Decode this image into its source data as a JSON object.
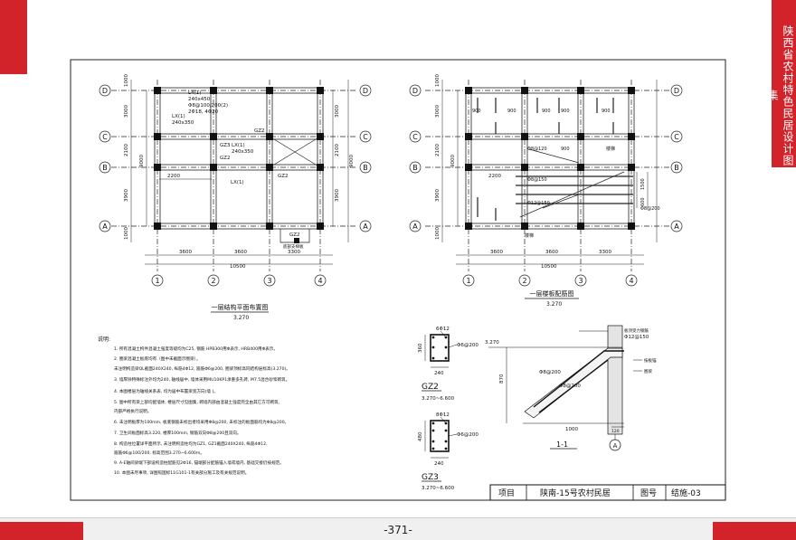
{
  "side_title": "陕西省农村特色民居设计图集",
  "page_number": "-371-",
  "grid": {
    "rows": [
      "D",
      "C",
      "B",
      "A"
    ],
    "cols": [
      "1",
      "2",
      "3",
      "4"
    ],
    "row_dims": [
      "1000",
      "3000",
      "2100",
      "3900",
      "1000"
    ],
    "total_row": "9000",
    "col_dims": [
      "3600",
      "3600",
      "3300"
    ],
    "total_col": "10500",
    "dim_2200": "2200"
  },
  "plan1": {
    "title": "一层结构平面布置图",
    "level": "3.270",
    "labels": {
      "l4": "L4(1)",
      "l4_size": "240x450",
      "l4_stir": "Φ8@100/200(2)",
      "l4_bars": "2Φ18, 4Φ20",
      "lx1": "LX(1)",
      "lx1_size": "240x350",
      "lx2": "LX(1)",
      "lx2_size": "240x350",
      "gz2a": "GZ2",
      "gz3": "GZ3",
      "gz2b": "GZ2",
      "gz2c": "GZ2",
      "gz2d": "GZ2",
      "lx_low": "LX(1)",
      "stair_note": "底部支梯板"
    }
  },
  "plan2": {
    "title": "一层楼板配筋图",
    "level": "3.270",
    "labels": {
      "r900": "900",
      "r8_120": "Φ8@120",
      "r8_150": "Φ8@150",
      "r12_150": "Φ12@150",
      "r8_200": "Φ8@200",
      "dim1500": "1500",
      "dim600": "600",
      "stair": "楼梯",
      "note": "Φ8@200"
    }
  },
  "notes": {
    "heading": "说明:",
    "items": [
      "1. 所有混凝土构件混凝土强度等级均为C25, 钢筋 HPB300用Φ表示, HRB400用Φ表示。",
      "2. 圈梁混凝土板底均有（图中未截面示圈梁）。",
      "   未注明构造梁QL截面240X240, 纵筋4Φ12, 箍筋Φ6@200, 圈梁顶标高同结构层标高(3.270)。",
      "3. 墙厚除特殊标注外均为240, 轴线居中, 墙体采用MU10KP1承重多孔砖, M7.5混合砂浆砌筑。",
      "4. 本图楼层为轴线关系表, 均为居中布置梁宽方向(墙 )。",
      "5. 图中所有梁上部均配墙体, 楼层尺寸见图集, 砌墙内部由混凝土强度完全由其它方可砌筑,",
      "   内部严格执行说明。",
      "6. 未注明板厚为100mm, 板底钢筋未标出者均采用Φ8@200, 未标注的板面筋均为Φ8@200。",
      "7. 卫生间板面标高3.220, 楼厚100mm, 钢筋双向Φ8@200且双向。",
      "8. 构造柱位置详平面所示, 未注明构造柱均为GZ1, GZ1截面240X240, 纵筋4Φ12,",
      "   箍筋Φ6@100/200, 标高范围3.270~6.600m。",
      "9. A-E轴间梁端下部设构造柱配筋见2Φ16, 锚端部分配筋锚入墙或墙内, 基础交接仍按规范。",
      "10. 本图未尽事项, 详图照国标11G101-1有关部分施工及有关规范说明。"
    ]
  },
  "gz2": {
    "top_bar": "6Φ12",
    "stirrup": "Φ6@200",
    "height": "360",
    "width": "240",
    "name": "GZ2",
    "range": "3.270~6.600"
  },
  "gz3": {
    "top_bar": "8Φ12",
    "stirrup": "Φ6@200",
    "height": "480",
    "width": "240",
    "name": "GZ3",
    "range": "3.270~6.600"
  },
  "section": {
    "level": "3.270",
    "bar1": "Φ8@200",
    "bar2": "Φ8@200",
    "top_note": "板顶受力钢筋",
    "top_bar": "Φ12@150",
    "side1": "按板锚",
    "side2": "圈梁",
    "h870": "870",
    "w1000": "1000",
    "w120": "120",
    "name": "1-1",
    "axis": "A"
  },
  "title_block": {
    "project_label": "项目",
    "project_name": "陕南-15号农村民居",
    "drawing_no_label": "图号",
    "drawing_no": "结施-03"
  }
}
